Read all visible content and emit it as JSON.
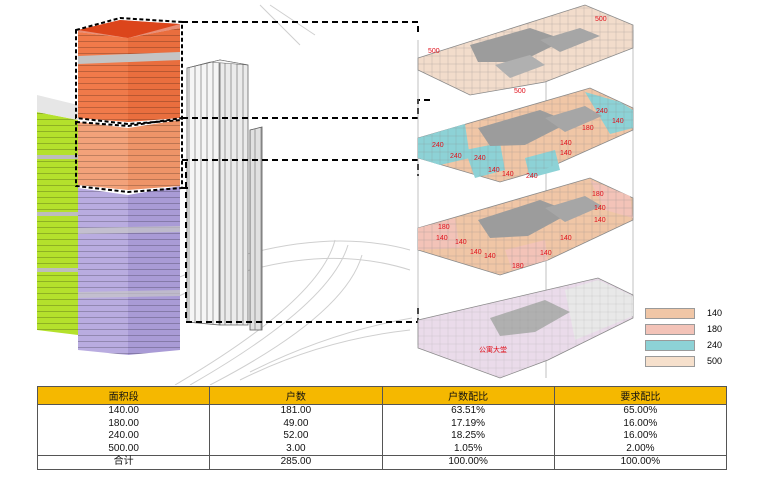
{
  "legend": [
    {
      "label": "140",
      "color": "#f0c6a6"
    },
    {
      "label": "180",
      "color": "#f3c3b8"
    },
    {
      "label": "240",
      "color": "#8dd2d6"
    },
    {
      "label": "500",
      "color": "#f6e0cc"
    }
  ],
  "floor_labels": {
    "unit_140": "140",
    "unit_180": "180",
    "unit_240": "240",
    "unit_500": "500",
    "lobby": "公寓大堂"
  },
  "table": {
    "headers": [
      "面积段",
      "户数",
      "户数配比",
      "要求配比"
    ],
    "rows": [
      [
        "140.00",
        "181.00",
        "63.51%",
        "65.00%"
      ],
      [
        "180.00",
        "49.00",
        "17.19%",
        "16.00%"
      ],
      [
        "240.00",
        "52.00",
        "18.25%",
        "16.00%"
      ],
      [
        "500.00",
        "3.00",
        "1.05%",
        "2.00%"
      ],
      [
        "合计",
        "285.00",
        "100.00%",
        "100.00%"
      ]
    ]
  }
}
